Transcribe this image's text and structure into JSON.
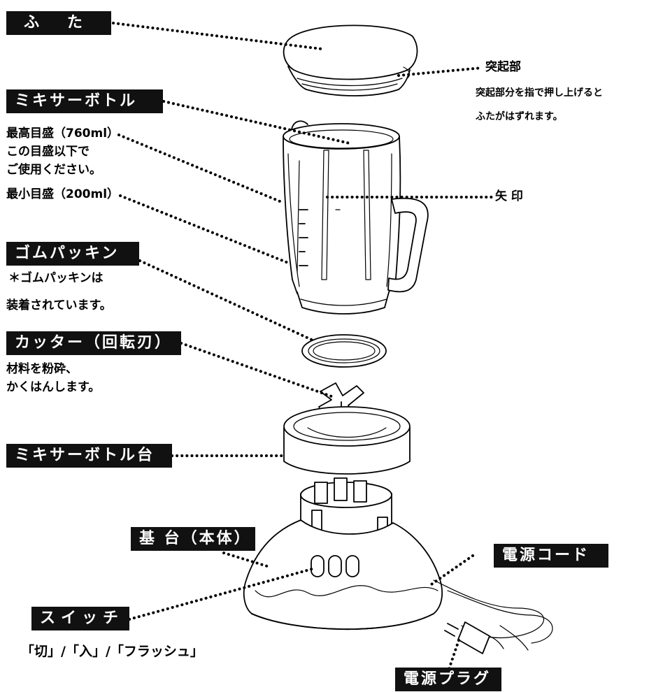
{
  "labels": {
    "lid": "ふ た",
    "bottle": "ミキサーボトル",
    "gasket": "ゴムパッキン",
    "cutter": "カッター（回転刃）",
    "bottle_base": "ミキサーボトル台",
    "base_body": "基 台（本体）",
    "power_cord": "電源コード",
    "switch": "スイッチ",
    "power_plug": "電源プラグ"
  },
  "notes": {
    "protrusion_title": "突起部",
    "protrusion_desc_1": "突起部分を指で押し上げると",
    "protrusion_desc_2": "ふたがはずれます。",
    "max_scale": "最高目盛（760ml）",
    "max_scale_desc_1": "この目盛以下で",
    "max_scale_desc_2": "ご使用ください。",
    "min_scale": "最小目盛（200ml）",
    "arrow_mark": "矢 印",
    "gasket_note_1": "＊ゴムパッキンは",
    "gasket_note_2": "装着されています。",
    "cutter_desc_1": "材料を粉砕、",
    "cutter_desc_2": "かくはんします。",
    "switch_modes": "「切」/「入」/「フラッシュ」"
  }
}
